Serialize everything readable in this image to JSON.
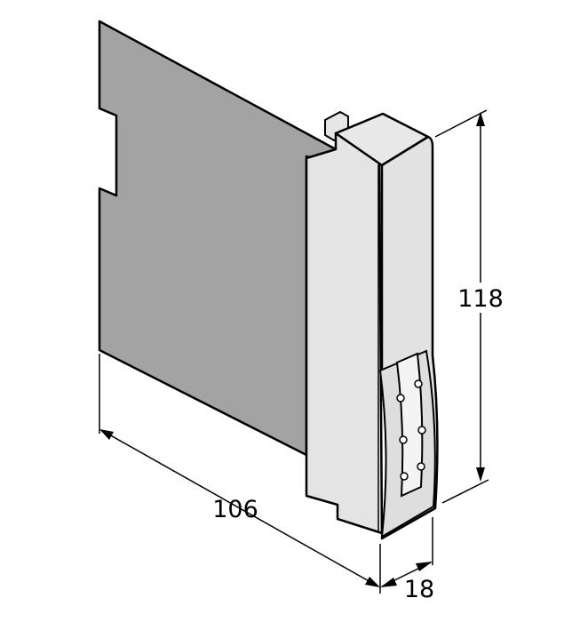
{
  "dimensions": {
    "height": "118",
    "depth": "106",
    "width": "18"
  },
  "colors": {
    "board": "#a3a3a3",
    "housing": "#e6e6e6",
    "housing_side": "#dcdcdc",
    "line": "#000000"
  }
}
